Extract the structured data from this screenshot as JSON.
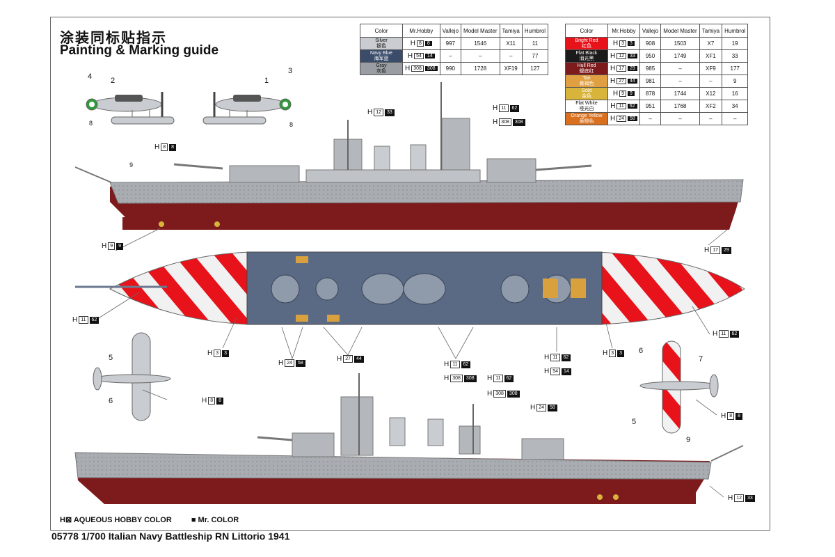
{
  "title_cn": "涂装同标贴指示",
  "title_en": "Painting & Marking guide",
  "table_headers": [
    "Color",
    "Mr.Hobby",
    "Vallejo",
    "Model Master",
    "Tamiya",
    "Humbrol"
  ],
  "table_left": [
    {
      "name": "Silver",
      "name_cn": "银色",
      "swatch": "#c9ccd0",
      "text_color": "#111",
      "h": "8",
      "m": "8",
      "vallejo": "997",
      "model_master": "1546",
      "tamiya": "X11",
      "humbrol": "11"
    },
    {
      "name": "Navy Blue",
      "name_cn": "海军蓝",
      "swatch": "#3b4c6b",
      "text_color": "#fff",
      "h": "54",
      "m": "14",
      "vallejo": "–",
      "model_master": "–",
      "tamiya": "–",
      "humbrol": "77"
    },
    {
      "name": "Gray",
      "name_cn": "灰色",
      "swatch": "#9a9ea3",
      "text_color": "#111",
      "h": "308",
      "m": "308",
      "vallejo": "990",
      "model_master": "1728",
      "tamiya": "XF19",
      "humbrol": "127"
    }
  ],
  "table_right": [
    {
      "name": "Bright Red",
      "name_cn": "红色",
      "swatch": "#e8121a",
      "text_color": "#fff",
      "h": "3",
      "m": "3",
      "vallejo": "908",
      "model_master": "1503",
      "tamiya": "X7",
      "humbrol": "19"
    },
    {
      "name": "Flat Black",
      "name_cn": "消光黑",
      "swatch": "#1b1b1b",
      "text_color": "#fff",
      "h": "12",
      "m": "33",
      "vallejo": "950",
      "model_master": "1749",
      "tamiya": "XF1",
      "humbrol": "33"
    },
    {
      "name": "Hull Red",
      "name_cn": "舰底红",
      "swatch": "#7d1a1c",
      "text_color": "#fff",
      "h": "17",
      "m": "29",
      "vallejo": "985",
      "model_master": "–",
      "tamiya": "XF9",
      "humbrol": "177"
    },
    {
      "name": "Tan",
      "name_cn": "黄褐色",
      "swatch": "#e0a041",
      "text_color": "#fff",
      "h": "27",
      "m": "44",
      "vallejo": "981",
      "model_master": "–",
      "tamiya": "–",
      "humbrol": "9"
    },
    {
      "name": "Gold",
      "name_cn": "金色",
      "swatch": "#d9b43a",
      "text_color": "#fff",
      "h": "9",
      "m": "9",
      "vallejo": "878",
      "model_master": "1744",
      "tamiya": "X12",
      "humbrol": "16"
    },
    {
      "name": "Flat White",
      "name_cn": "哑光白",
      "swatch": "#ffffff",
      "text_color": "#111",
      "h": "11",
      "m": "62",
      "vallejo": "951",
      "model_master": "1768",
      "tamiya": "XF2",
      "humbrol": "34"
    },
    {
      "name": "Orange Yellow",
      "name_cn": "黄橙色",
      "swatch": "#d9701f",
      "text_color": "#fff",
      "h": "24",
      "m": "58",
      "vallejo": "–",
      "model_master": "–",
      "tamiya": "–",
      "humbrol": "–"
    }
  ],
  "callouts": [
    {
      "id": "c1",
      "h": "8",
      "m": "8"
    },
    {
      "id": "c2",
      "h": "12",
      "m": "33"
    },
    {
      "id": "c3",
      "h": "11",
      "m": "62"
    },
    {
      "id": "c4",
      "h": "308",
      "m": "308"
    },
    {
      "id": "c5",
      "h": "9",
      "m": "9"
    },
    {
      "id": "c6",
      "h": "17",
      "m": "29"
    },
    {
      "id": "c7",
      "h": "11",
      "m": "62"
    },
    {
      "id": "c8",
      "h": "11",
      "m": "62"
    },
    {
      "id": "c9",
      "h": "3",
      "m": "3"
    },
    {
      "id": "c10",
      "h": "24",
      "m": "58"
    },
    {
      "id": "c11",
      "h": "27",
      "m": "44"
    },
    {
      "id": "c12",
      "h": "11",
      "m": "62"
    },
    {
      "id": "c13",
      "h": "308",
      "m": "308"
    },
    {
      "id": "c14",
      "h": "11",
      "m": "62"
    },
    {
      "id": "c15",
      "h": "54",
      "m": "14"
    },
    {
      "id": "c16",
      "h": "3",
      "m": "3"
    },
    {
      "id": "c17",
      "h": "8",
      "m": "8"
    },
    {
      "id": "c18",
      "h": "11",
      "m": "62"
    },
    {
      "id": "c19",
      "h": "308",
      "m": "308"
    },
    {
      "id": "c20",
      "h": "24",
      "m": "58"
    },
    {
      "id": "c21",
      "h": "8",
      "m": "8"
    },
    {
      "id": "c22",
      "h": "12",
      "m": "33"
    }
  ],
  "part_numbers": {
    "n4": "4",
    "n2": "2",
    "n8a": "8",
    "n3": "3",
    "n1": "1",
    "n8b": "8",
    "n9a": "9",
    "n5a": "5",
    "n6a": "6",
    "n6b": "6",
    "n7": "7",
    "n5b": "5",
    "n9b": "9"
  },
  "legend": {
    "aqueous_symbol": "H⊠",
    "aqueous": "AQUEOUS HOBBY COLOR",
    "mr_symbol": "■",
    "mr": "Mr. COLOR"
  },
  "footer": "05778 1/700 Italian Navy Battleship RN Littorio 1941",
  "colors": {
    "hull_red": "#7d1a1c",
    "gray": "#a7abb0",
    "deck_blue": "#5a6a85",
    "stripe_red": "#e8121a",
    "tan": "#d8a13e",
    "silver": "#c9ccd0"
  }
}
